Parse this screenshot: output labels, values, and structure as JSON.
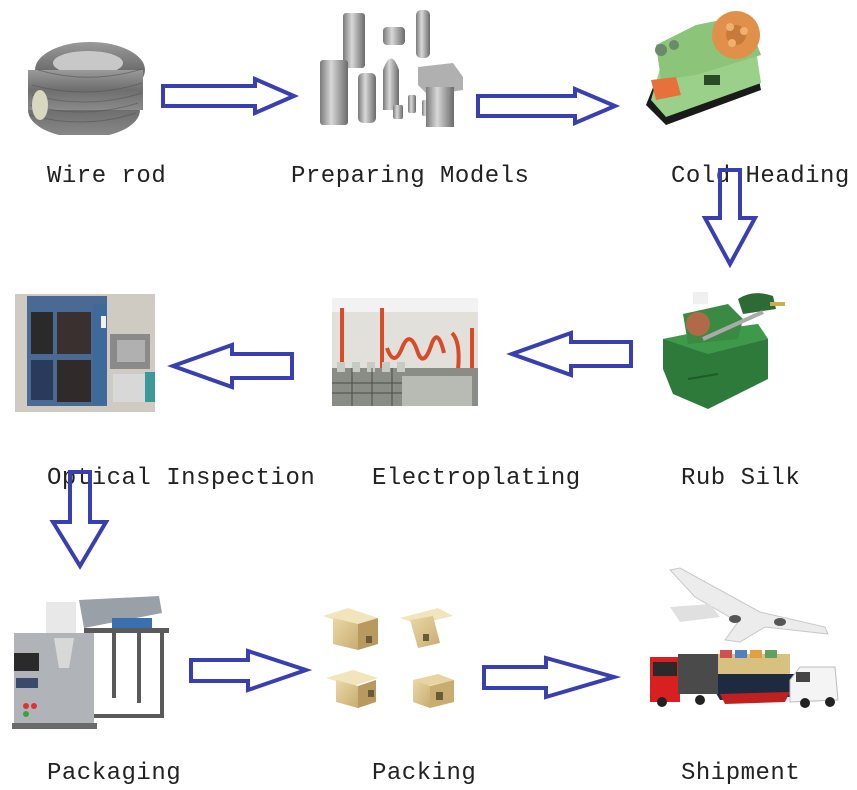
{
  "title": "Fastener Production Process Flow",
  "arrow_color": "#3a3fb0",
  "steps": [
    {
      "label": "Wire rod",
      "image": "wire-coil"
    },
    {
      "label": "Preparing Models",
      "image": "steel-dies"
    },
    {
      "label": "Cold Heading",
      "image": "green-heading-machine"
    },
    {
      "label": "Rub Silk",
      "image": "green-thread-rolling-machine"
    },
    {
      "label": "Electroplating",
      "image": "plating-line"
    },
    {
      "label": "Optical Inspection",
      "image": "inspection-machine"
    },
    {
      "label": "Packaging",
      "image": "packaging-machine"
    },
    {
      "label": "Packing",
      "image": "cardboard-boxes"
    },
    {
      "label": "Shipment",
      "image": "plane-truck-ship-van"
    }
  ],
  "arrows": [
    {
      "from": "Wire rod",
      "to": "Preparing Models",
      "direction": "right"
    },
    {
      "from": "Preparing Models",
      "to": "Cold Heading",
      "direction": "right"
    },
    {
      "from": "Cold Heading",
      "to": "Rub Silk",
      "direction": "down"
    },
    {
      "from": "Rub Silk",
      "to": "Electroplating",
      "direction": "left"
    },
    {
      "from": "Electroplating",
      "to": "Optical Inspection",
      "direction": "left"
    },
    {
      "from": "Optical Inspection",
      "to": "Packaging",
      "direction": "down"
    },
    {
      "from": "Packaging",
      "to": "Packing",
      "direction": "right"
    },
    {
      "from": "Packing",
      "to": "Shipment",
      "direction": "right"
    }
  ]
}
